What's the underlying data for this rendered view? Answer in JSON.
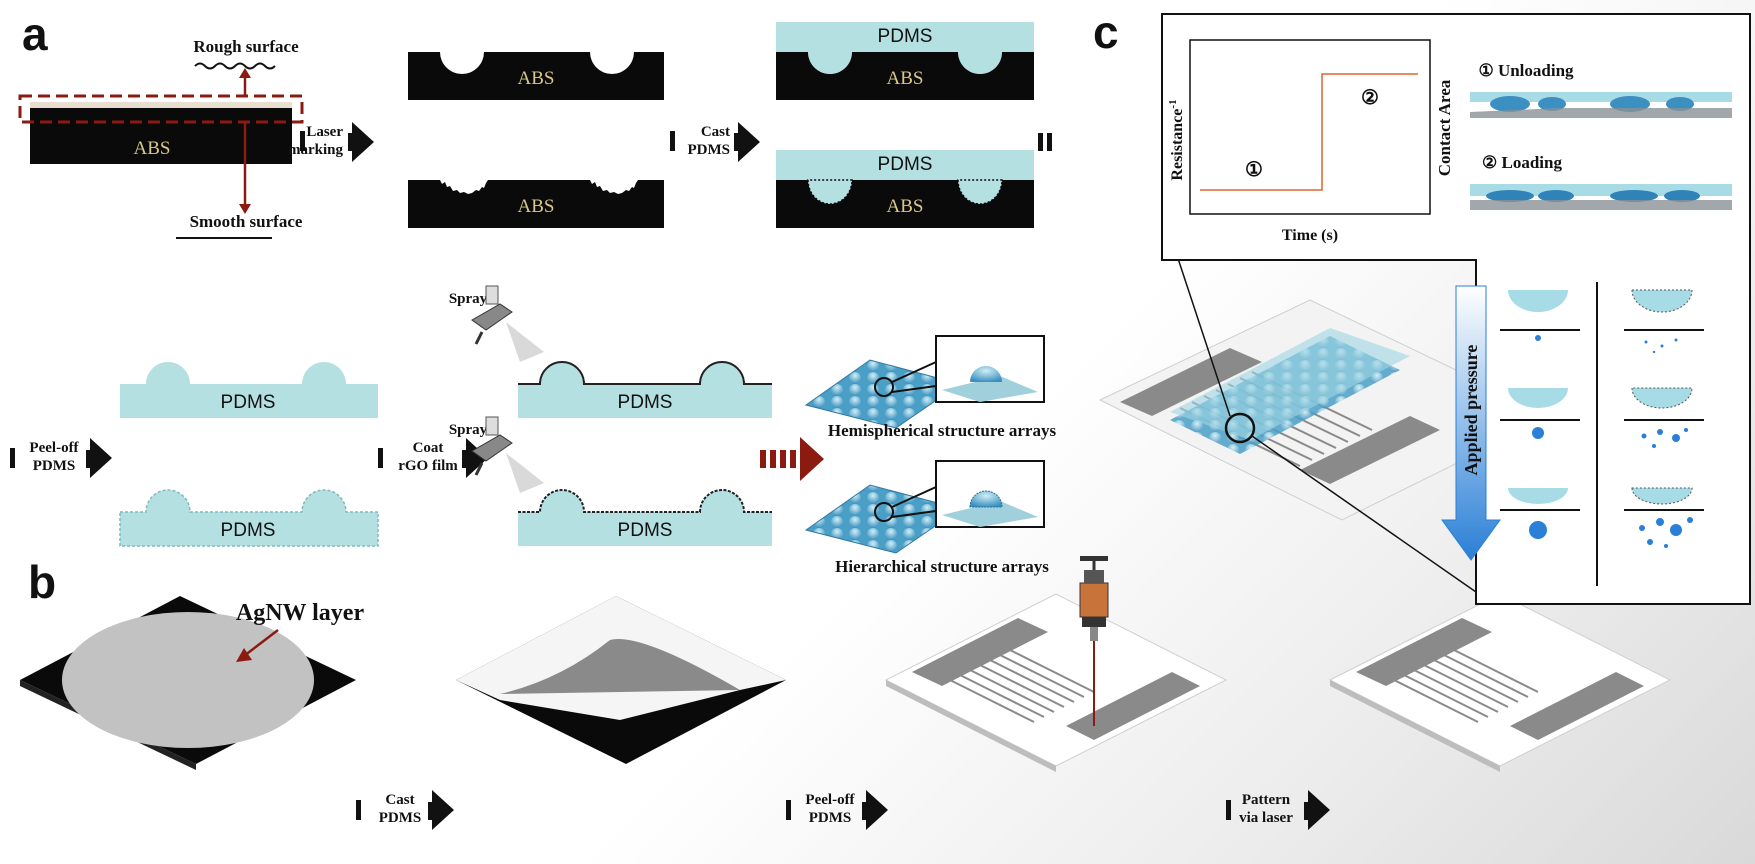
{
  "panels": {
    "a": "a",
    "b": "b",
    "c": "c"
  },
  "panel_a": {
    "rough_surface": "Rough surface",
    "smooth_surface": "Smooth surface",
    "abs": "ABS",
    "pdms": "PDMS",
    "laser_marking": [
      "Laser",
      "marking"
    ],
    "cast_pdms": [
      "Cast",
      "PDMS"
    ],
    "peel_off_pdms": [
      "Peel-off",
      "PDMS"
    ],
    "coat_rgo": [
      "Coat",
      "rGO film"
    ],
    "spray": "Spray",
    "hemispherical": "Hemispherical structure arrays",
    "hierarchical": "Hierarchical structure arrays"
  },
  "panel_b": {
    "agnw_layer": "AgNW layer",
    "cast_pdms": [
      "Cast",
      "PDMS"
    ],
    "peel_off_pdms": [
      "Peel-off",
      "PDMS"
    ],
    "pattern_laser": [
      "Pattern",
      "via laser"
    ]
  },
  "panel_c": {
    "ylabel": "Resistance",
    "ylabel_sup": "-1",
    "xlabel": "Time (s)",
    "marker1": "①",
    "marker2": "②",
    "contact_area": "Contact Area",
    "unloading": "① Unloading",
    "loading": "② Loading",
    "applied_pressure": "Applied pressure"
  },
  "colors": {
    "pdms": "#b5e0e2",
    "abs": "#0a0a0a",
    "dashed": "#8b1a10",
    "arrow": "#111111",
    "red_arrow": "#8b1a10",
    "curve": "#e0652b",
    "blue": "#2a7fd6"
  }
}
